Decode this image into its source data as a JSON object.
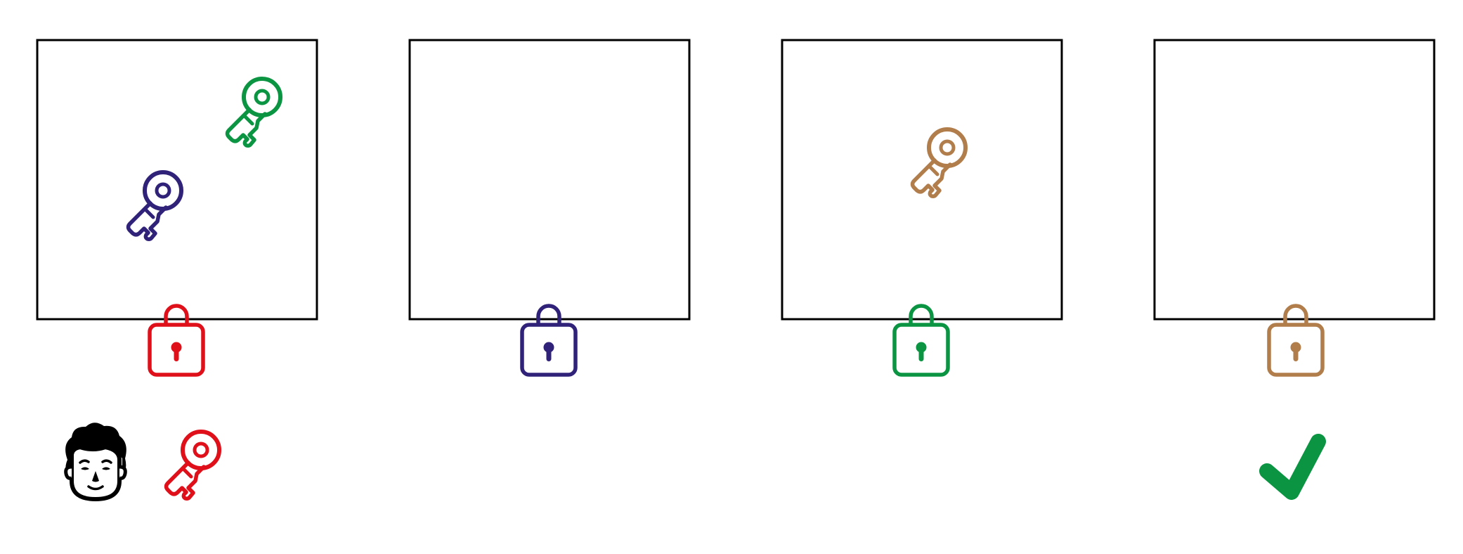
{
  "puzzle": {
    "colors": {
      "red": "#e0101a",
      "indigo": "#2f2278",
      "green": "#0b9543",
      "tan": "#b07d4b",
      "black": "#000000"
    },
    "rooms": [
      {
        "id": "room-1",
        "lock": {
          "color": "red"
        },
        "keys": [
          {
            "color": "green"
          },
          {
            "color": "indigo"
          }
        ]
      },
      {
        "id": "room-2",
        "lock": {
          "color": "indigo"
        },
        "keys": []
      },
      {
        "id": "room-3",
        "lock": {
          "color": "green"
        },
        "keys": [
          {
            "color": "tan"
          }
        ]
      },
      {
        "id": "room-4",
        "lock": {
          "color": "tan"
        },
        "keys": [],
        "status": "solved"
      }
    ],
    "player": {
      "icon": "person-face-icon",
      "held_key": {
        "color": "red"
      }
    },
    "goal_icon": "checkmark-icon"
  }
}
